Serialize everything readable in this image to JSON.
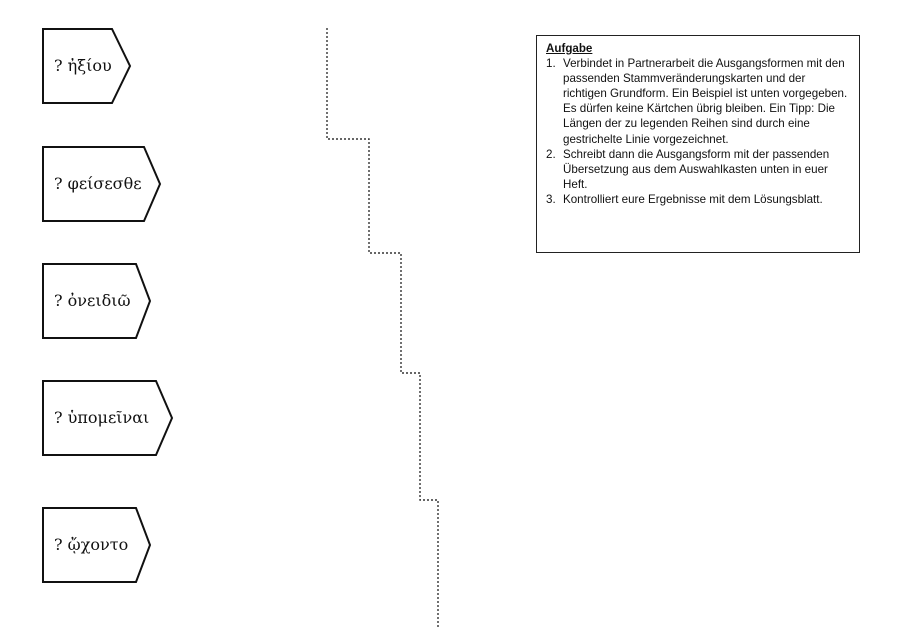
{
  "cards": [
    {
      "label": "? ἠξίου"
    },
    {
      "label": "? φείσεσθε"
    },
    {
      "label": "? ὀνειδιῶ"
    },
    {
      "label": "? ὑπομεῖναι"
    },
    {
      "label": "? ᾤχοντο"
    }
  ],
  "task": {
    "title": "Aufgabe",
    "items": [
      {
        "number": "1.",
        "text": "Verbindet in Partnerarbeit die Ausgangsformen mit den passenden Stammveränderungskarten und der richtigen Grundform. Ein Beispiel ist unten vorgegeben. Es dürfen keine Kärtchen übrig bleiben. Ein Tipp: Die Längen der zu legenden Reihen sind durch eine gestrichelte Linie vorgezeichnet."
      },
      {
        "number": "2.",
        "text": "Schreibt dann die Ausgangsform mit der passenden Übersetzung aus dem Auswahlkasten unten in euer Heft."
      },
      {
        "number": "3.",
        "text": "Kontrolliert eure Ergebnisse mit dem Lösungsblatt."
      }
    ]
  }
}
